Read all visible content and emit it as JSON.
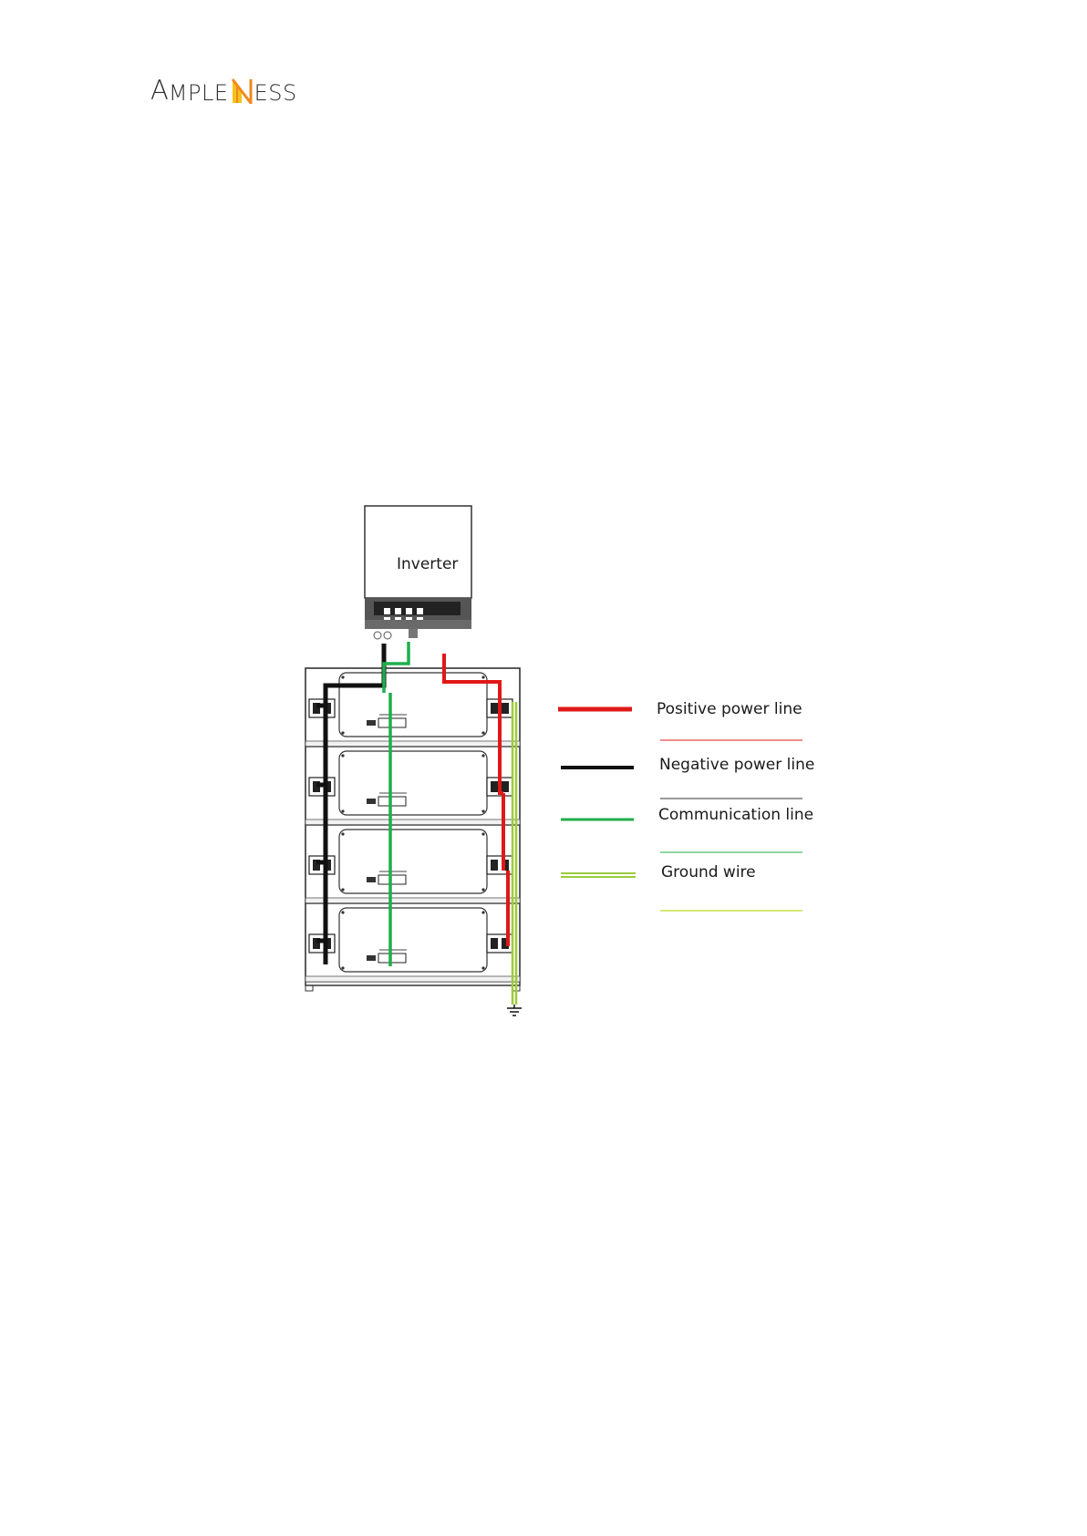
{
  "header": {
    "logo_text": "AMPLENESS",
    "logo_parts": {
      "lead": "A",
      "mid": "MPLE",
      "mark": "N",
      "tail": "ESS"
    },
    "brand_colors": {
      "text": "#2f2f2f",
      "mark_orange": "#f08a1c",
      "mark_yellow": "#f6c21a"
    }
  },
  "diagram": {
    "inverter_label": "Inverter",
    "battery_modules": 4
  },
  "legend": {
    "items": [
      {
        "id": "positive",
        "label": "Positive power line",
        "color": "#e01818"
      },
      {
        "id": "negative",
        "label": "Negative power line",
        "color": "#111111"
      },
      {
        "id": "communication",
        "label": "Communication line",
        "color": "#1fae4b"
      },
      {
        "id": "ground",
        "label": "Ground wire",
        "color": "#9ccc3c"
      }
    ]
  }
}
